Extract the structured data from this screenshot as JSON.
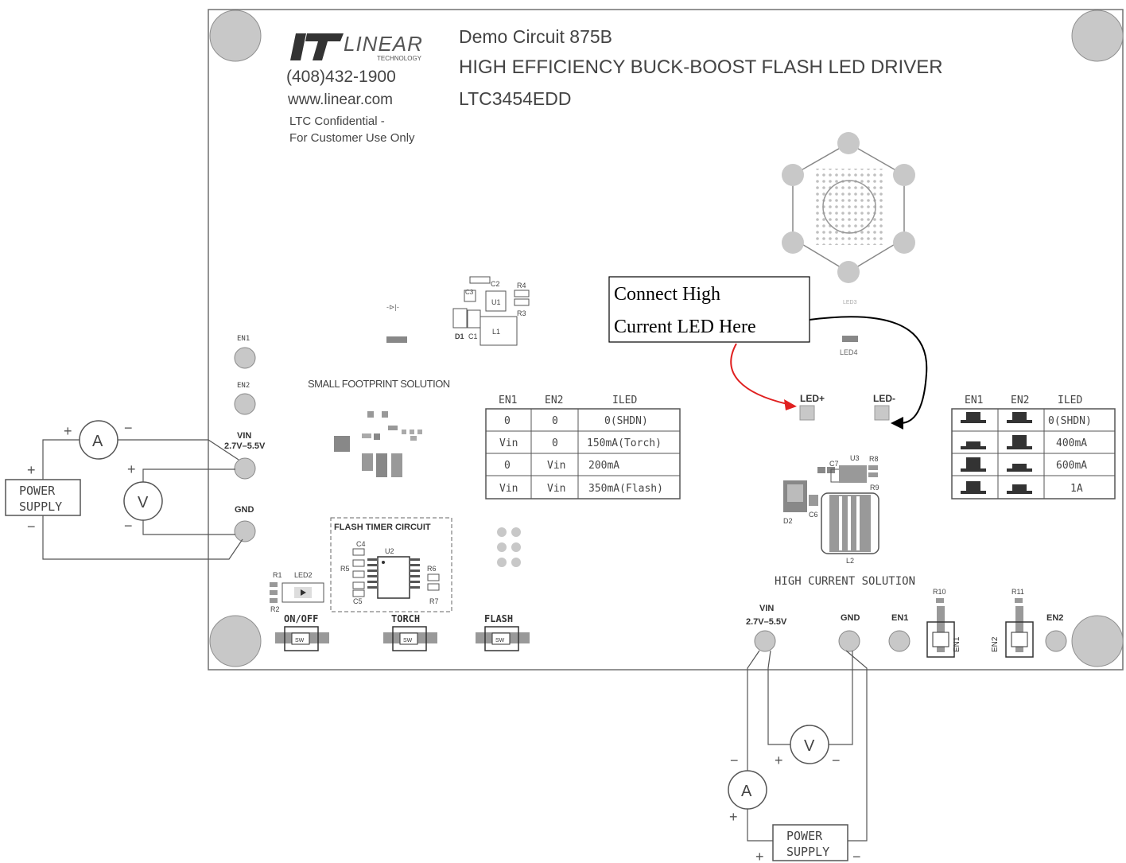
{
  "header": {
    "title": "Demo Circuit 875B",
    "subtitle": "HIGH EFFICIENCY BUCK-BOOST FLASH LED DRIVER",
    "part": "LTC3454EDD"
  },
  "company": {
    "logo_text": "LINEAR",
    "logo_sub": "TECHNOLOGY",
    "phone": "(408)432-1900",
    "web": "www.linear.com",
    "confidential_1": "LTC Confidential -",
    "confidential_2": "For Customer Use Only"
  },
  "callout": {
    "line1": "Connect High",
    "line2": "Current LED Here"
  },
  "connectors": {
    "led_plus": "LED+",
    "led_minus": "LED-",
    "en1": "EN1",
    "en2": "EN2",
    "vin": "VIN",
    "vin_range": "2.7V–5.5V",
    "gnd": "GND"
  },
  "sections": {
    "small_footprint": "SMALL FOOTPRINT SOLUTION",
    "high_current": "HIGH  CURRENT  SOLUTION",
    "flash_timer": "FLASH TIMER CIRCUIT"
  },
  "buttons": {
    "on_off": "ON/OFF",
    "torch": "TORCH",
    "flash": "FLASH",
    "sw_label": "SW"
  },
  "components": {
    "d1": "D1",
    "c1": "C1",
    "c2": "C2",
    "c3": "C3",
    "u1": "U1",
    "l1": "L1",
    "r3": "R3",
    "r4": "R4",
    "r1": "R1",
    "r2": "R2",
    "led2": "LED2",
    "c4": "C4",
    "c5": "C5",
    "u2": "U2",
    "r5": "R5",
    "r6": "R6",
    "r7": "R7",
    "c6": "C6",
    "c7": "C7",
    "d2": "D2",
    "u3": "U3",
    "r8": "R8",
    "r9": "R9",
    "l2": "L2",
    "led3": "LED3",
    "led4": "LED4",
    "r10": "R10",
    "r11": "R11"
  },
  "table_small": {
    "headers": [
      "EN1",
      "EN2",
      "ILED"
    ],
    "rows": [
      [
        "0",
        "0",
        "0(SHDN)"
      ],
      [
        "Vin",
        "0",
        "150mA(Torch)"
      ],
      [
        "0",
        "Vin",
        "200mA"
      ],
      [
        "Vin",
        "Vin",
        "350mA(Flash)"
      ]
    ]
  },
  "table_high": {
    "headers": [
      "EN1",
      "EN2",
      "ILED"
    ],
    "rows": [
      "0(SHDN)",
      "400mA",
      "600mA",
      "1A"
    ]
  },
  "instruments": {
    "ammeter": "A",
    "voltmeter": "V",
    "supply_line1": "POWER",
    "supply_line2": "SUPPLY",
    "plus": "+",
    "minus": "−"
  },
  "colors": {
    "board_outline": "#707070",
    "pad_fill": "#c8c8c8",
    "arrow_red": "#e02020",
    "arrow_black": "#000000",
    "text_dark": "#444444"
  }
}
